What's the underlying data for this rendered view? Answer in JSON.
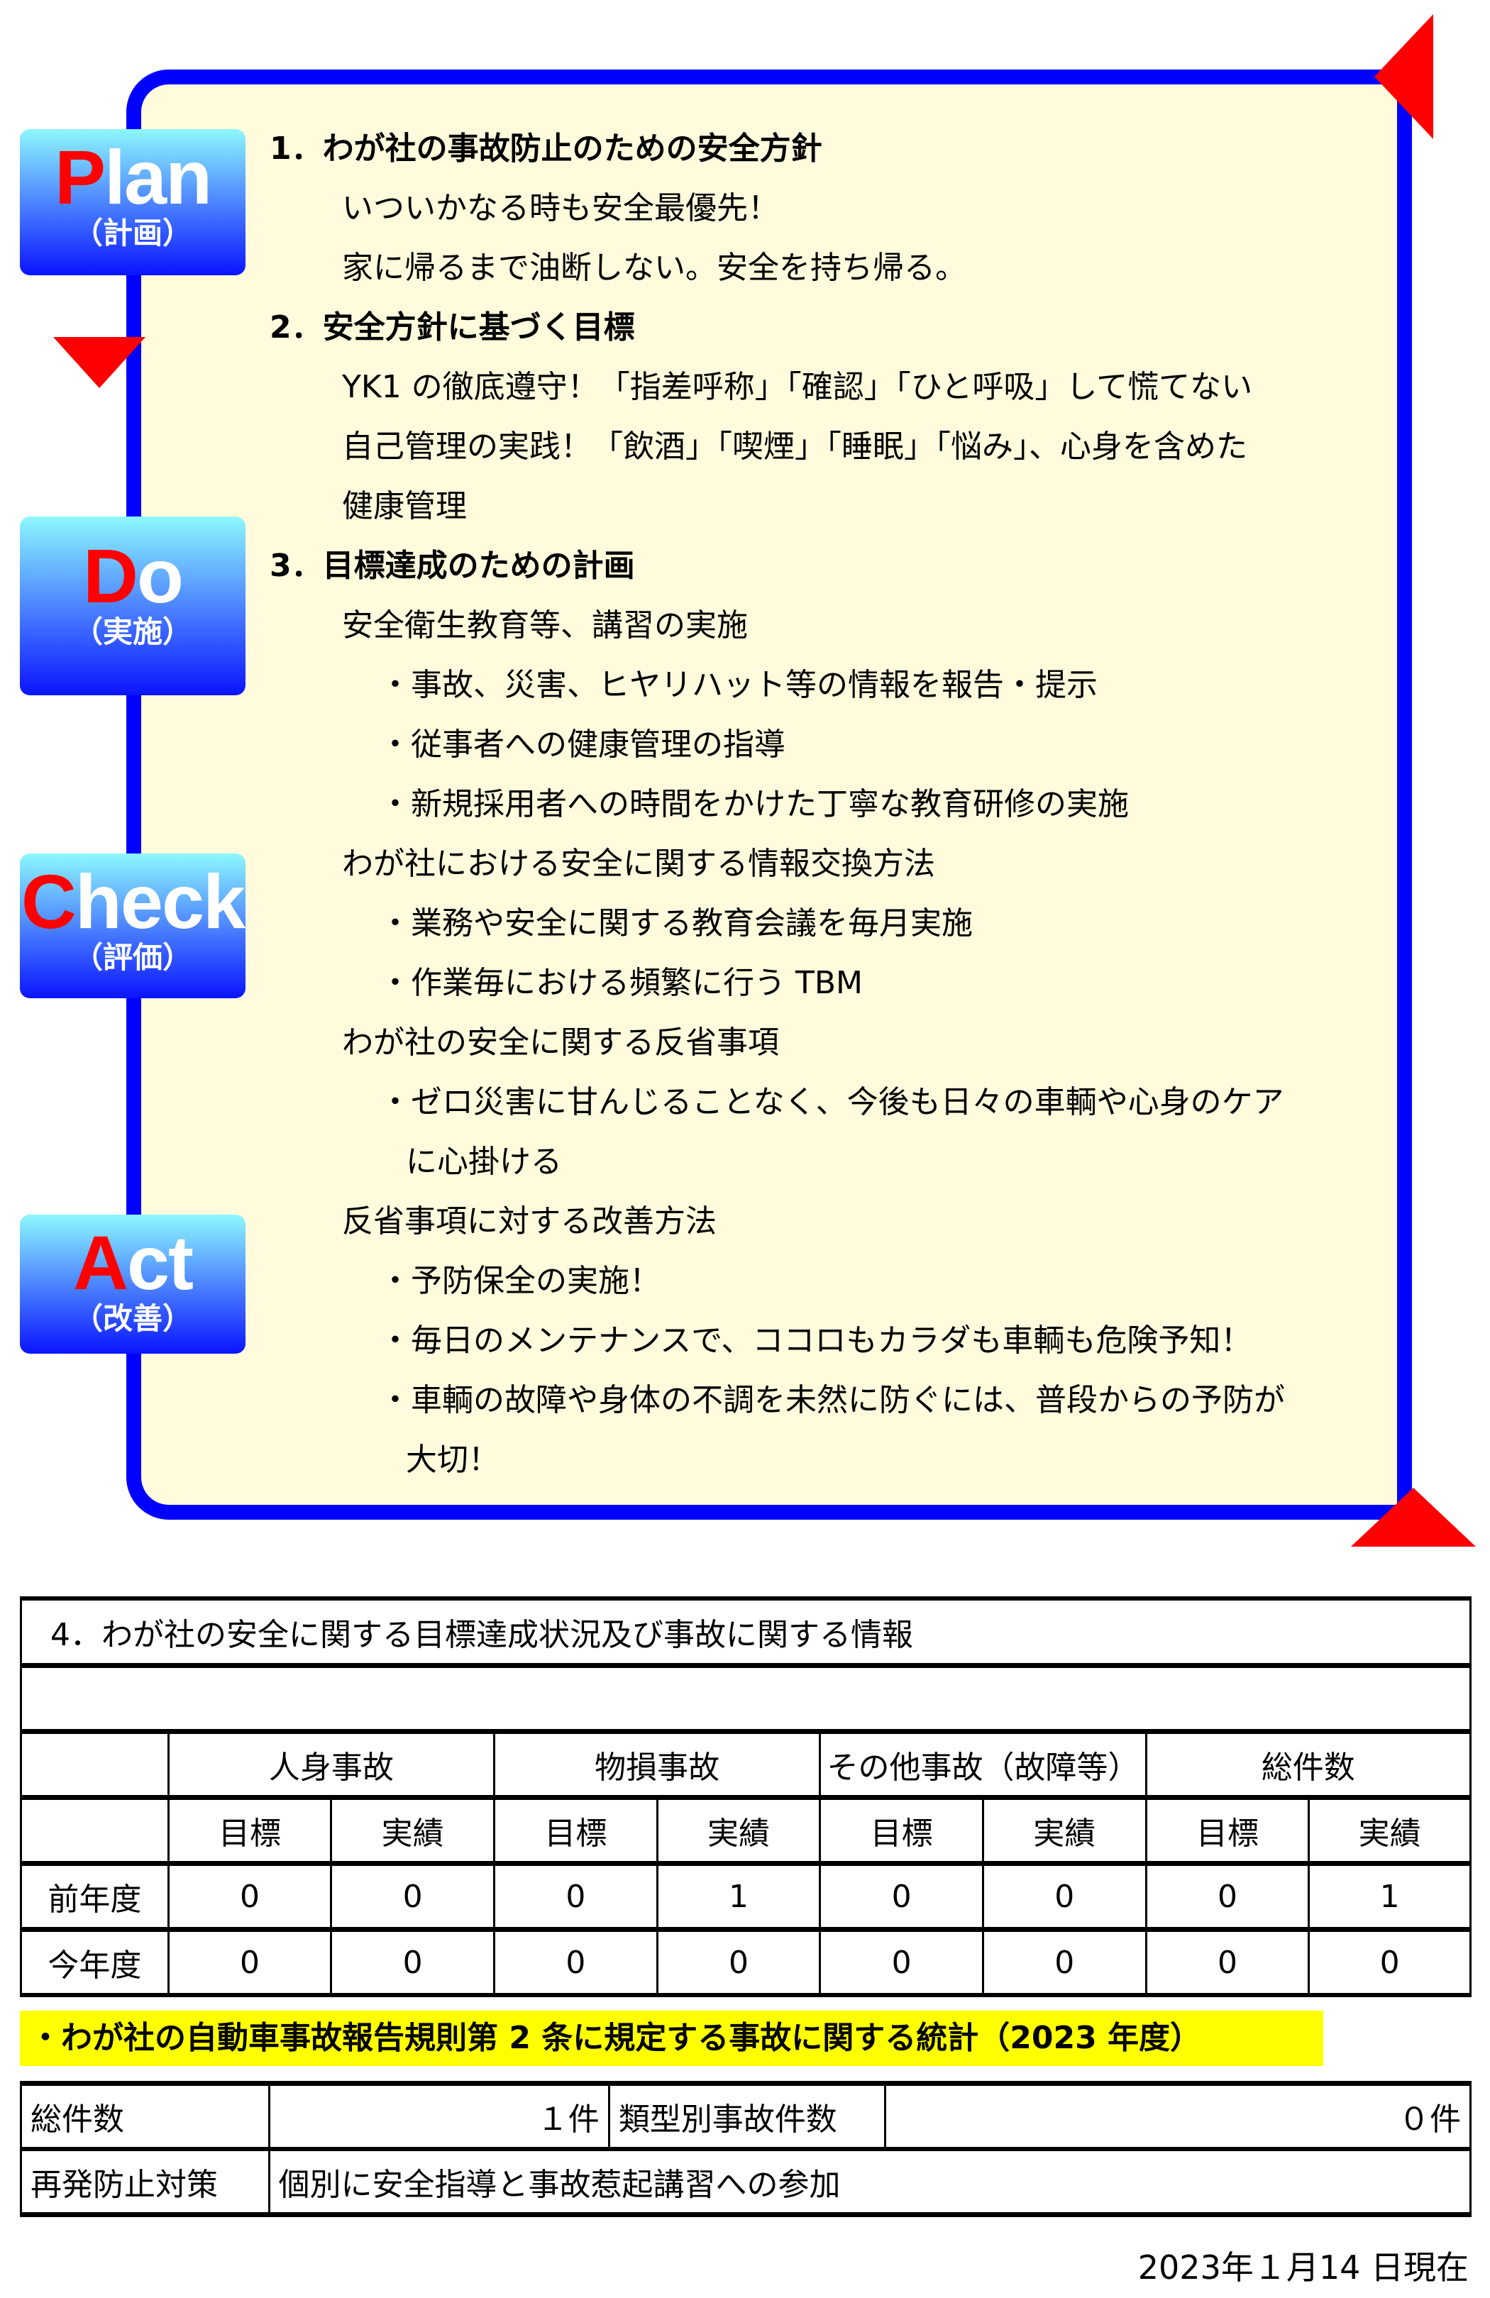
{
  "pdca_labels": [
    {
      "letter": "P",
      "rest": "lan",
      "sub": "（計画）"
    },
    {
      "letter": "D",
      "rest": "o",
      "sub": "（実施）"
    },
    {
      "letter": "C",
      "rest": "heck",
      "sub": "（評価）"
    },
    {
      "letter": "A",
      "rest": "ct",
      "sub": "（改善）"
    }
  ],
  "policy": {
    "section1": {
      "heading": "1．わが社の事故防止のための安全方針",
      "lines": [
        "いついかなる時も安全最優先！",
        "家に帰るまで油断しない。安全を持ち帰る。"
      ]
    },
    "section2": {
      "heading": "2．安全方針に基づく目標",
      "lines": [
        "YK1 の徹底遵守！「指差呼称」「確認」「ひと呼吸」して慌てない",
        "自己管理の実践！「飲酒」「喫煙」「睡眠」「悩み」、心身を含めた",
        "健康管理"
      ]
    },
    "section3": {
      "heading": "3．目標達成のための計画",
      "sub1": {
        "title": "安全衛生教育等、講習の実施",
        "items": [
          "・事故、災害、ヒヤリハット等の情報を報告・提示",
          "・従事者への健康管理の指導",
          "・新規採用者への時間をかけた丁寧な教育研修の実施"
        ]
      },
      "sub2": {
        "title": "わが社における安全に関する情報交換方法",
        "items": [
          "・業務や安全に関する教育会議を毎月実施",
          "・作業毎における頻繁に行う TBM"
        ]
      },
      "sub3": {
        "title": "わが社の安全に関する反省事項",
        "items": [
          "・ゼロ災害に甘んじることなく、今後も日々の車輌や心身のケア",
          "に心掛ける"
        ]
      },
      "sub4": {
        "title": "反省事項に対する改善方法",
        "items": [
          "・予防保全の実施！",
          "・毎日のメンテナンスで、ココロもカラダも車輌も危険予知！",
          "・車輌の故障や身体の不調を未然に防ぐには、普段からの予防が",
          "大切！"
        ]
      }
    }
  },
  "accident_table": {
    "title": "4．わが社の安全に関する目標達成状況及び事故に関する情報",
    "categories": [
      "人身事故",
      "物損事故",
      "その他事故（故障等）",
      "総件数"
    ],
    "subheaders": [
      "目標",
      "実績",
      "目標",
      "実績",
      "目標",
      "実績",
      "目標",
      "実績"
    ],
    "rows": [
      {
        "label": "前年度",
        "values": [
          "0",
          "0",
          "0",
          "1",
          "0",
          "0",
          "0",
          "1"
        ]
      },
      {
        "label": "今年度",
        "values": [
          "0",
          "0",
          "0",
          "0",
          "0",
          "0",
          "0",
          "0"
        ]
      }
    ]
  },
  "statistics": {
    "banner": "・わが社の自動車事故報告規則第 2 条に規定する事故に関する統計（2023 年度）",
    "total_label": "総件数",
    "total_value": "１件",
    "type_label": "類型別事故件数",
    "type_value": "０件",
    "measures_label": "再発防止対策",
    "measures_value": "個別に安全指導と事故惹起講習への参加"
  },
  "date": "2023年１月14 日現在",
  "colors": {
    "frame_blue": "#0000ff",
    "arrow_red": "#ff0000",
    "content_bg": "#fffbdc",
    "banner_yellow": "#ffff00"
  }
}
